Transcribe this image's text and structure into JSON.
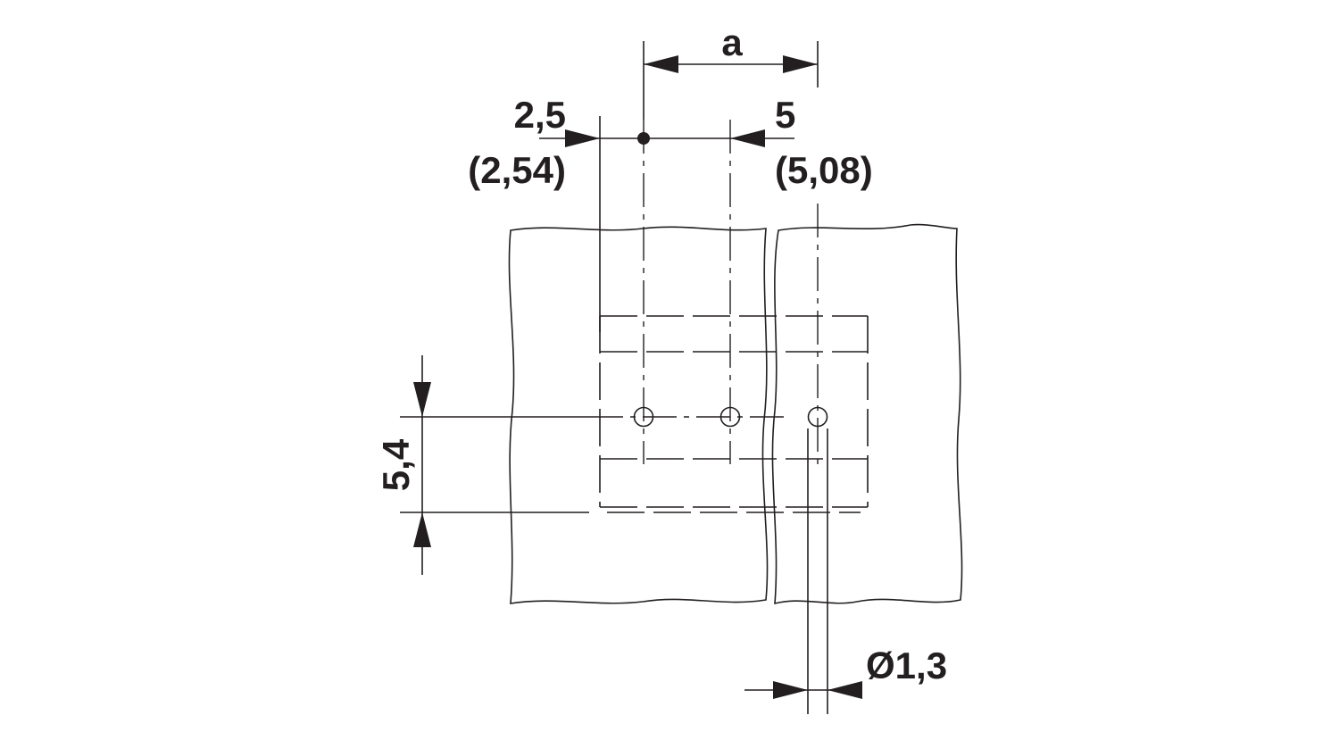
{
  "labels": {
    "dim_a": "a",
    "dim_half_pitch": "2,5",
    "dim_half_pitch_inch": "(2,54)",
    "dim_pitch": "5",
    "dim_pitch_inch": "(5,08)",
    "dim_row_offset": "5,4",
    "dim_hole_diameter": "Ø1,3"
  },
  "colors": {
    "line": "#231f20",
    "background": "#ffffff"
  }
}
